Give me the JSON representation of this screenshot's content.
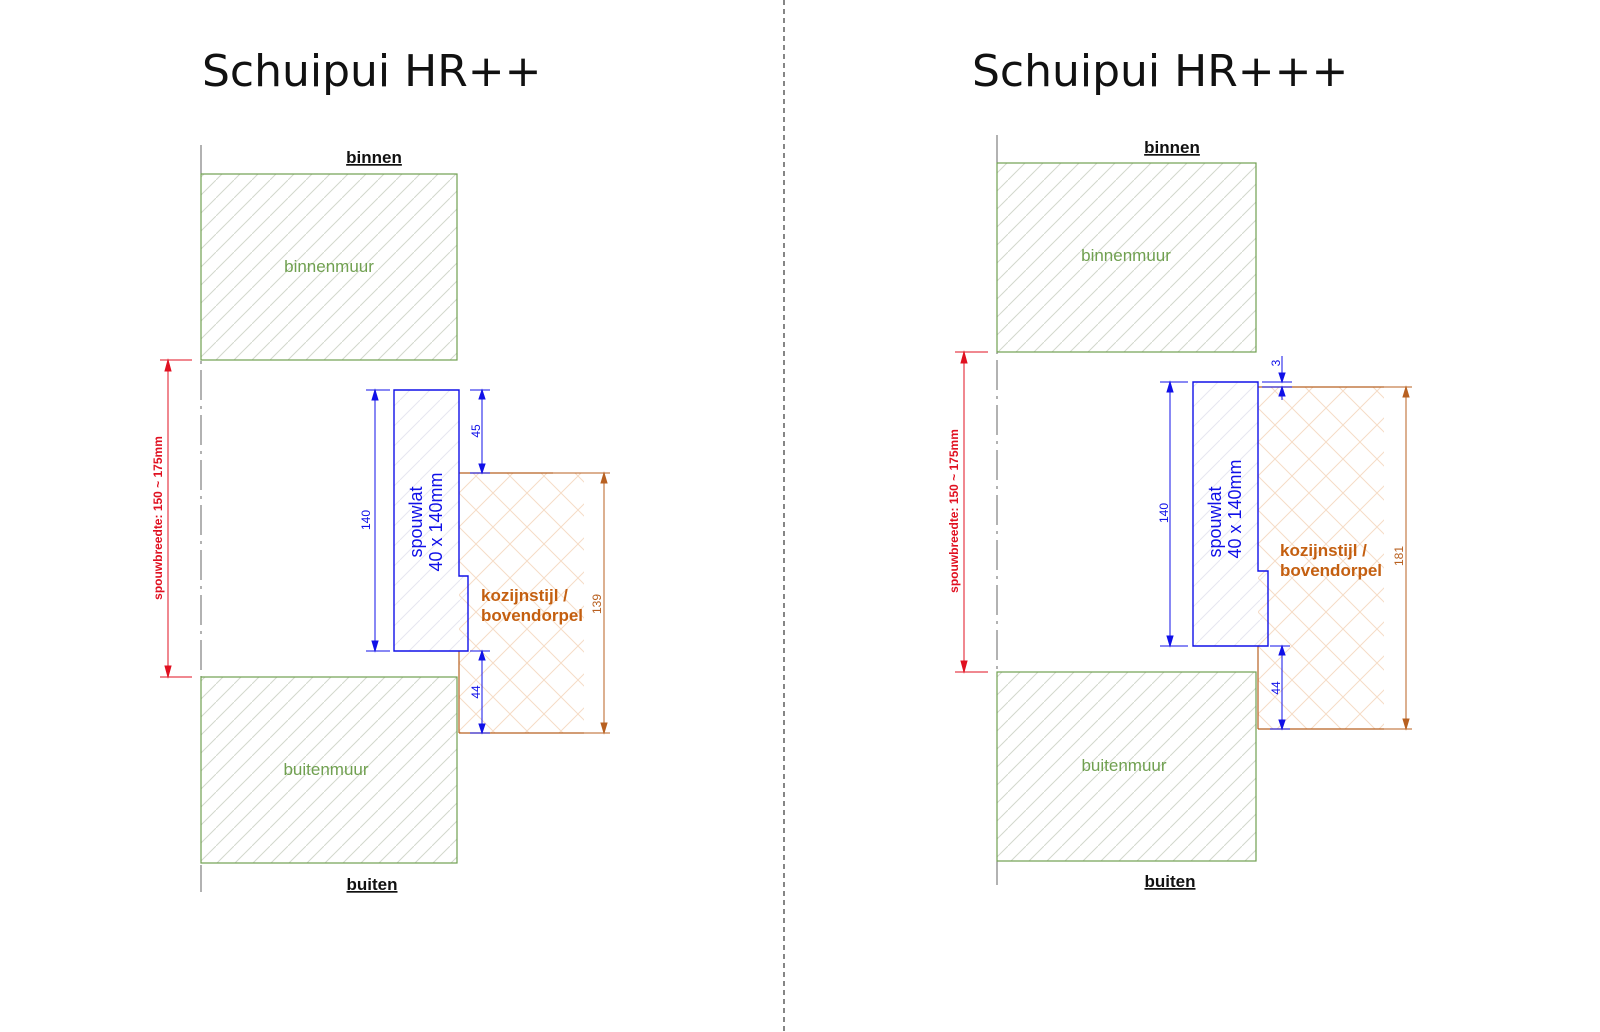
{
  "colors": {
    "wall": "#70a050",
    "wall_hatch": "#d2d8cc",
    "batten": "#1010e8",
    "frame": "#b86020",
    "frame_hatch": "#f5dcc6",
    "cavity": "#e01020",
    "axis": "#666666",
    "separator": "#444444"
  },
  "left": {
    "title": "Schuipui HR++",
    "inside_label": "binnen",
    "outside_label": "buiten",
    "inner_wall_label": "binnenmuur",
    "outer_wall_label": "buitenmuur",
    "batten_line1": "spouwlat",
    "batten_line2": "40 x 140mm",
    "frame_line1": "kozijnstijl /",
    "frame_line2": "bovendorpel",
    "dim_batten": "140",
    "dim_top": "45",
    "dim_bottom": "44",
    "dim_frame": "139",
    "cavity_label": "spouwbreedte: 150 ~ 175mm"
  },
  "right": {
    "title": "Schuipui HR+++",
    "inside_label": "binnen",
    "outside_label": "buiten",
    "inner_wall_label": "binnenmuur",
    "outer_wall_label": "buitenmuur",
    "batten_line1": "spouwlat",
    "batten_line2": "40 x 140mm",
    "frame_line1": "kozijnstijl /",
    "frame_line2": "bovendorpel",
    "dim_batten": "140",
    "dim_top": "3",
    "dim_bottom": "44",
    "dim_frame": "181",
    "cavity_label": "spouwbreedte: 150 ~ 175mm"
  }
}
